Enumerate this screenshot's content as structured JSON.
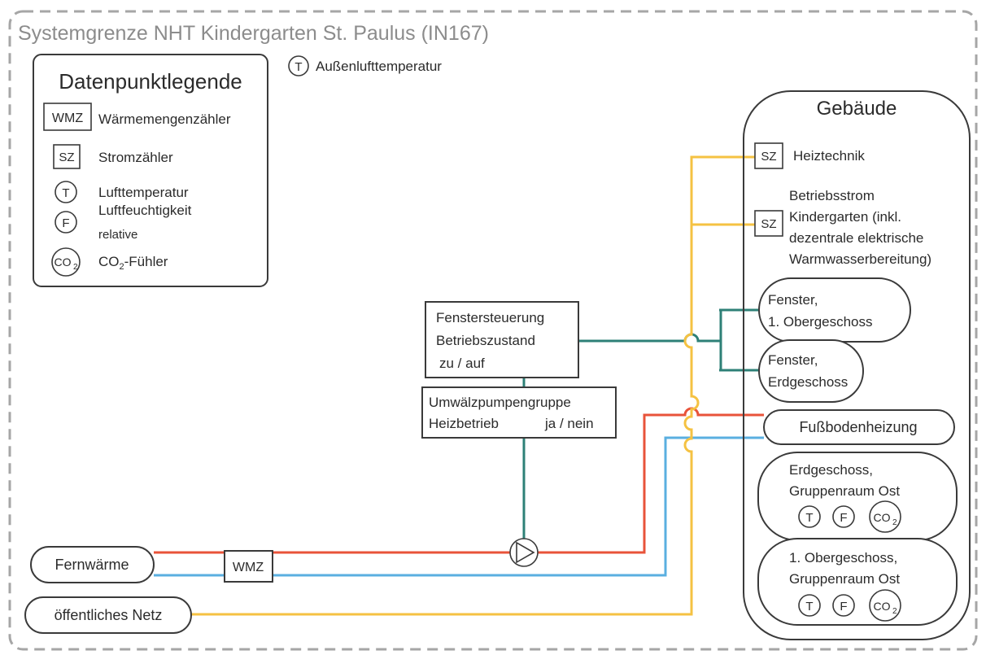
{
  "title": "Systemgrenze NHT Kindergarten St. Paulus (IN167)",
  "outdoor_sensor": {
    "symbol": "T",
    "label": "Außenlufttemperatur"
  },
  "legend": {
    "title": "Datenpunktlegende",
    "items": [
      {
        "symbol": "WMZ",
        "label": "Wärmemengenzähler"
      },
      {
        "symbol": "SZ",
        "label": "Stromzähler"
      },
      {
        "symbol": "T",
        "label": "Lufttemperatur"
      },
      {
        "symbol": "F",
        "label": "Luftfeuchtigkeit",
        "sublabel": "relative"
      },
      {
        "symbol": "CO",
        "symbol_sub": "2",
        "label": "CO",
        "label_sub": "2",
        "label_rest": "-Fühler"
      }
    ]
  },
  "building": {
    "title": "Gebäude",
    "meters": [
      {
        "symbol": "SZ",
        "lines": [
          "Heiztechnik"
        ]
      },
      {
        "symbol": "SZ",
        "lines": [
          "Betriebsstrom",
          "Kindergarten (inkl.",
          "dezentrale elektrische",
          "Warmwasserbereitung)"
        ]
      }
    ],
    "windows": [
      {
        "lines": [
          "Fenster,",
          "1. Obergeschoss"
        ]
      },
      {
        "lines": [
          "Fenster,",
          "Erdgeschoss"
        ]
      }
    ],
    "floor_heating": "Fußbodenheizung",
    "rooms": [
      {
        "lines": [
          "Erdgeschoss,",
          "Gruppenraum Ost"
        ],
        "sensors": [
          "T",
          "F",
          "CO"
        ]
      },
      {
        "lines": [
          "1. Obergeschoss,",
          "Gruppenraum Ost"
        ],
        "sensors": [
          "T",
          "F",
          "CO"
        ]
      }
    ]
  },
  "control": {
    "window_control": [
      "Fenstersteuerung",
      "Betriebszustand",
      "zu / auf"
    ],
    "pump_group": [
      "Umwälzpumpengruppe",
      "Heizbetrieb",
      "ja / nein"
    ]
  },
  "sources": {
    "district_heating": "Fernwärme",
    "public_grid": "öffentliches Netz",
    "heat_meter": "WMZ"
  },
  "co2_sub": "2",
  "colors": {
    "supply": "#e8533a",
    "return": "#5aafe0",
    "electricity": "#f5c242",
    "signal": "#2e8077",
    "boundary": "#a6a6a6",
    "title": "#8c8c8c",
    "stroke": "#3a3a3a"
  },
  "icons": [
    "pump-icon",
    "co2-sensor-icon",
    "temperature-sensor-icon",
    "humidity-sensor-icon"
  ]
}
